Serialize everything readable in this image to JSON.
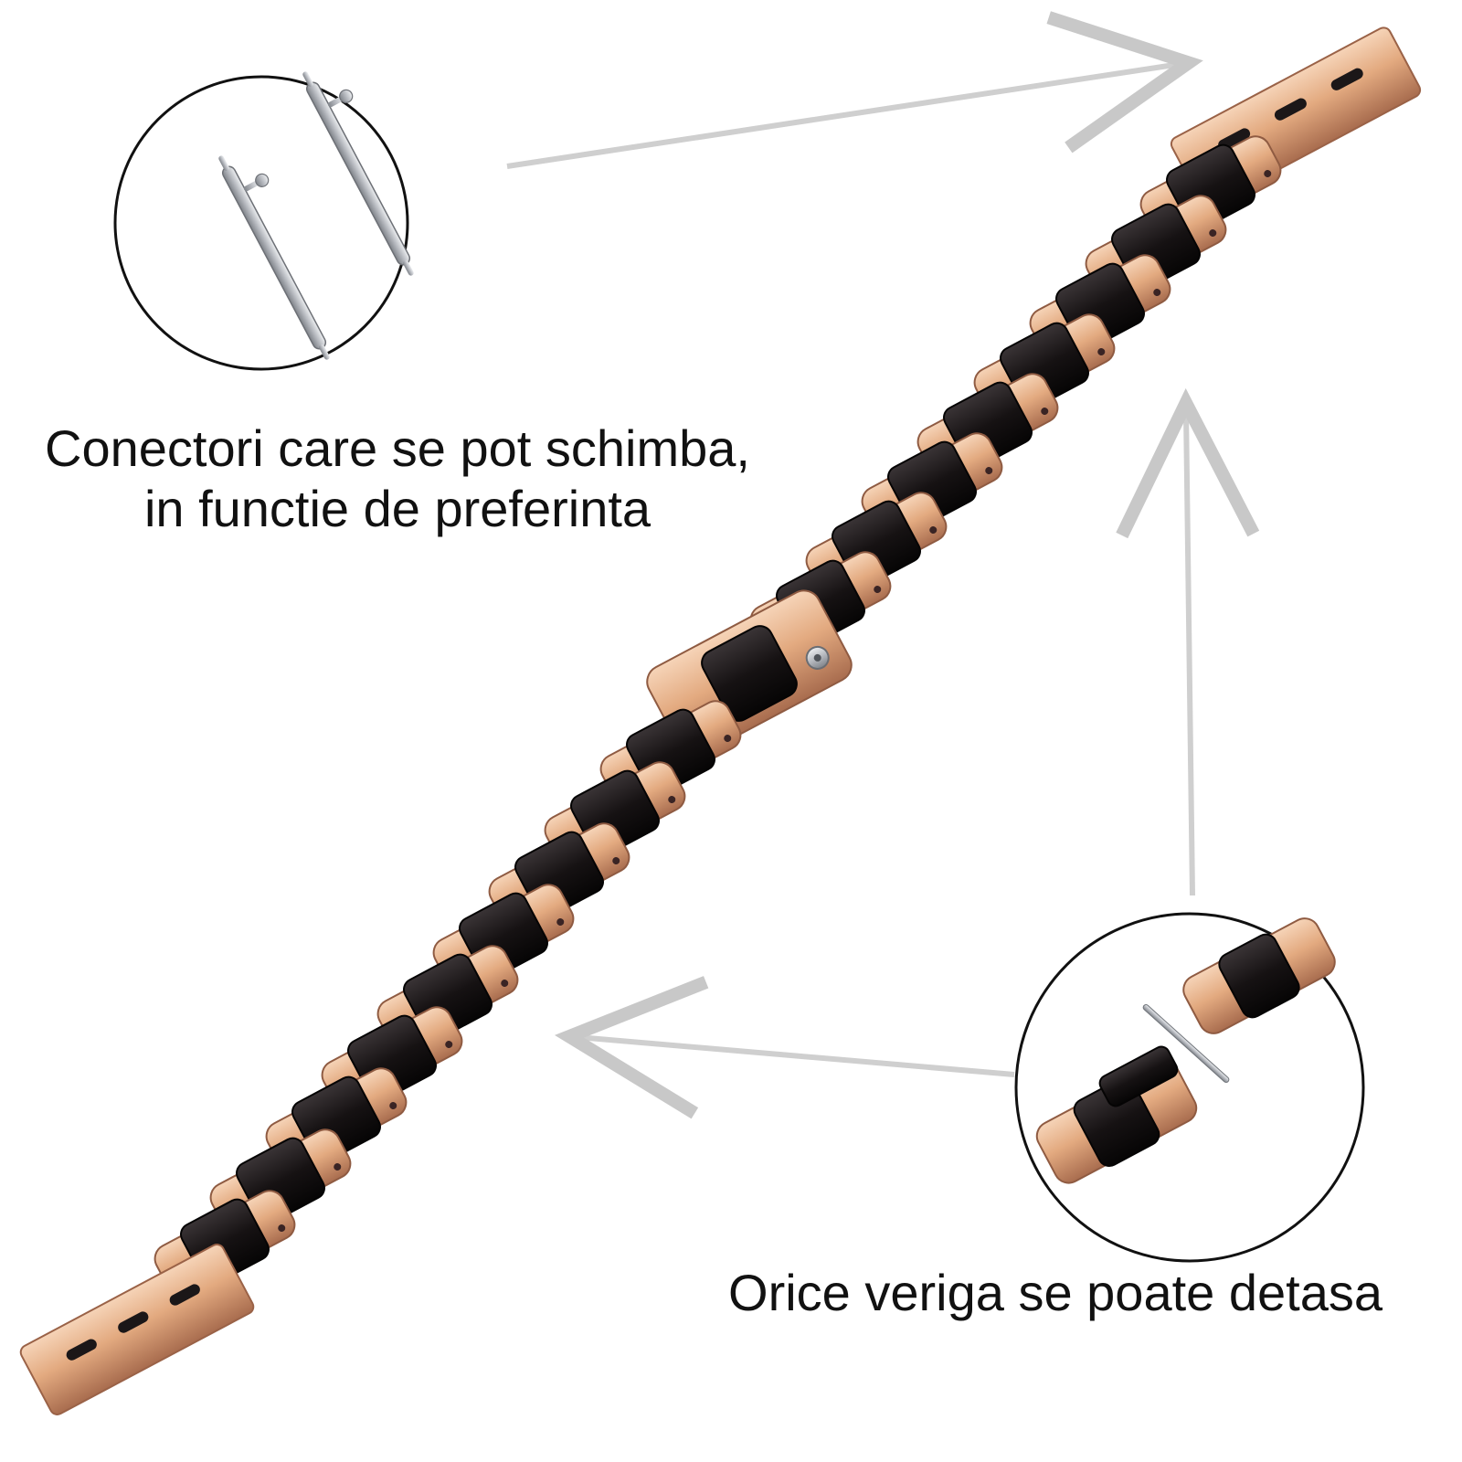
{
  "image": {
    "subject": "rose-gold and black link watch strap",
    "background_color": "#ffffff"
  },
  "callouts": {
    "connectors": {
      "line1": "Conectori care se pot schimba,",
      "line2": "in functie de preferinta"
    },
    "detachable_link": {
      "text": "Orice veriga se poate detasa"
    }
  },
  "colors": {
    "rose_gold": "#e0a77f",
    "rose_gold_highlight": "#f5cfb1",
    "rose_gold_shadow": "#a86f4f",
    "black_link": "#1b1718",
    "pin_silver": "#b9bcc1",
    "arrow": "#c9c9c9",
    "circle_outline": "#111111"
  }
}
